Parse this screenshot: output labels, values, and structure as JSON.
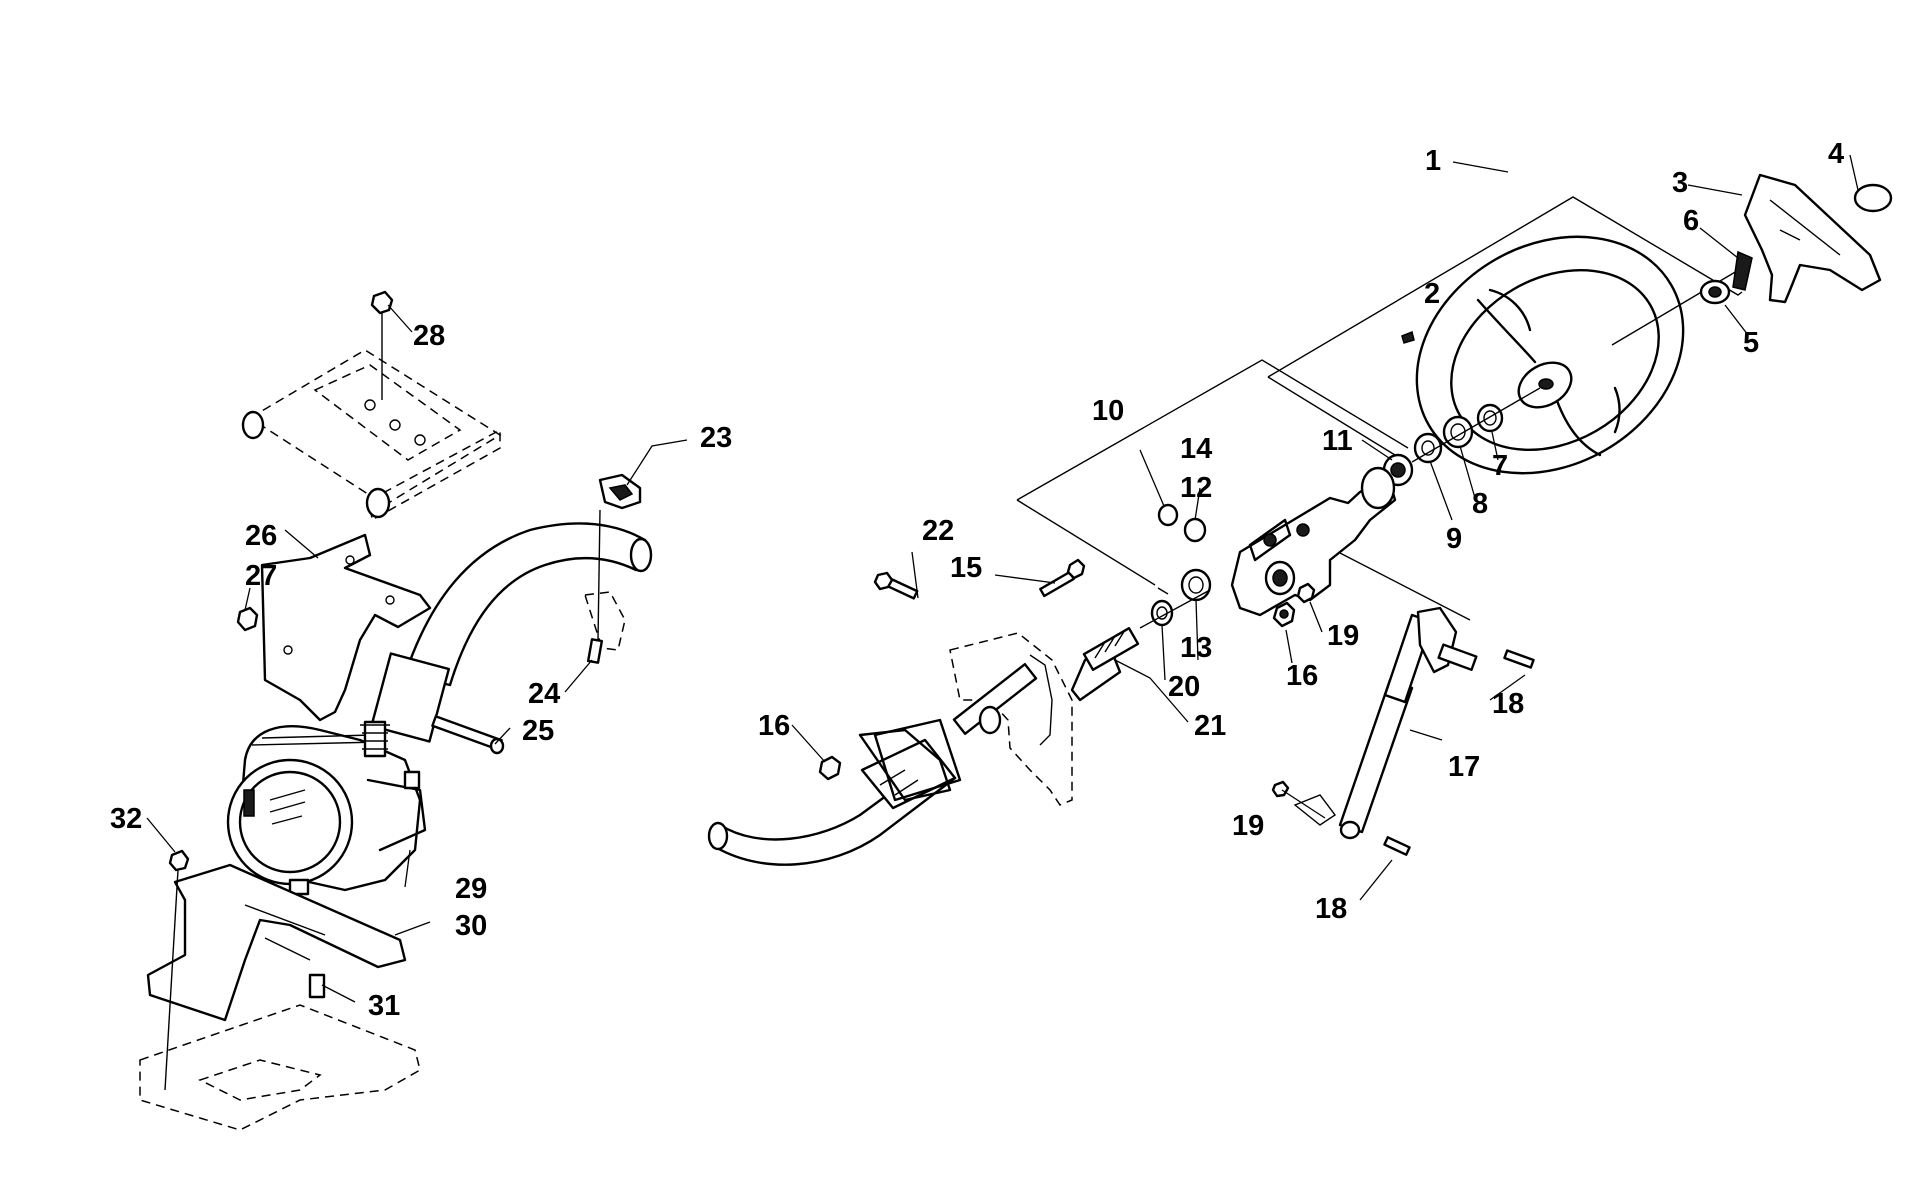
{
  "callouts": [
    {
      "id": "c1",
      "label": "1"
    },
    {
      "id": "c2",
      "label": "2"
    },
    {
      "id": "c3",
      "label": "3"
    },
    {
      "id": "c4",
      "label": "4"
    },
    {
      "id": "c5",
      "label": "5"
    },
    {
      "id": "c6",
      "label": "6"
    },
    {
      "id": "c7",
      "label": "7"
    },
    {
      "id": "c8",
      "label": "8"
    },
    {
      "id": "c9",
      "label": "9"
    },
    {
      "id": "c10",
      "label": "10"
    },
    {
      "id": "c11",
      "label": "11"
    },
    {
      "id": "c12",
      "label": "12"
    },
    {
      "id": "c13",
      "label": "13"
    },
    {
      "id": "c14",
      "label": "14"
    },
    {
      "id": "c15",
      "label": "15"
    },
    {
      "id": "c16a",
      "label": "16"
    },
    {
      "id": "c16b",
      "label": "16"
    },
    {
      "id": "c17",
      "label": "17"
    },
    {
      "id": "c18a",
      "label": "18"
    },
    {
      "id": "c18b",
      "label": "18"
    },
    {
      "id": "c19a",
      "label": "19"
    },
    {
      "id": "c19b",
      "label": "19"
    },
    {
      "id": "c20",
      "label": "20"
    },
    {
      "id": "c21",
      "label": "21"
    },
    {
      "id": "c22",
      "label": "22"
    },
    {
      "id": "c23",
      "label": "23"
    },
    {
      "id": "c24",
      "label": "24"
    },
    {
      "id": "c25",
      "label": "25"
    },
    {
      "id": "c26",
      "label": "26"
    },
    {
      "id": "c27",
      "label": "27"
    },
    {
      "id": "c28",
      "label": "28"
    },
    {
      "id": "c29",
      "label": "29"
    },
    {
      "id": "c30",
      "label": "30"
    },
    {
      "id": "c31",
      "label": "31"
    },
    {
      "id": "c32",
      "label": "32"
    }
  ]
}
